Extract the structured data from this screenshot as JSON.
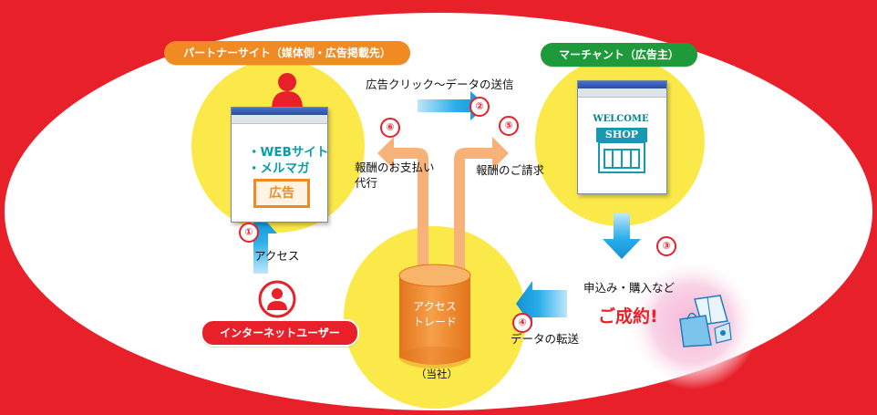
{
  "labels": {
    "partner": "パートナーサイト（媒体側・広告掲載先）",
    "merchant": "マーチャント（広告主）",
    "internet_user": "インターネットユーザー",
    "click_to_send": "広告クリック～データの送信",
    "payment_agency_1": "報酬のお支払い",
    "payment_agency_2": "代行",
    "billing": "報酬のご請求",
    "access": "アクセス",
    "data_transfer": "データの転送",
    "application": "申込み・購入など",
    "conversion": "ご成約!",
    "company": "（当社）"
  },
  "partner_site": {
    "line1": "・WEBサイト",
    "line2": "・メルマガ",
    "ad": "広告"
  },
  "merchant_site": {
    "welcome": "WELCOME",
    "shop": "SHOP"
  },
  "database": {
    "line1": "アクセス",
    "line2": "トレード"
  },
  "steps": [
    "①",
    "②",
    "③",
    "④",
    "⑤",
    "⑥"
  ],
  "colors": {
    "background": "#e8202a",
    "highlight_circle": "#fbe94a",
    "partner_pill": "#f08a22",
    "merchant_pill": "#1f9a3a",
    "user_pill": "#e8202a",
    "cylinder": "#f08a22",
    "arrow_blue": "#1aa3e8",
    "arrow_orange": "#f7b27a",
    "step_number": "#e8202a"
  },
  "icons": [
    "user-icon",
    "shopping-bag-icon",
    "browser-window-icon",
    "database-icon"
  ]
}
